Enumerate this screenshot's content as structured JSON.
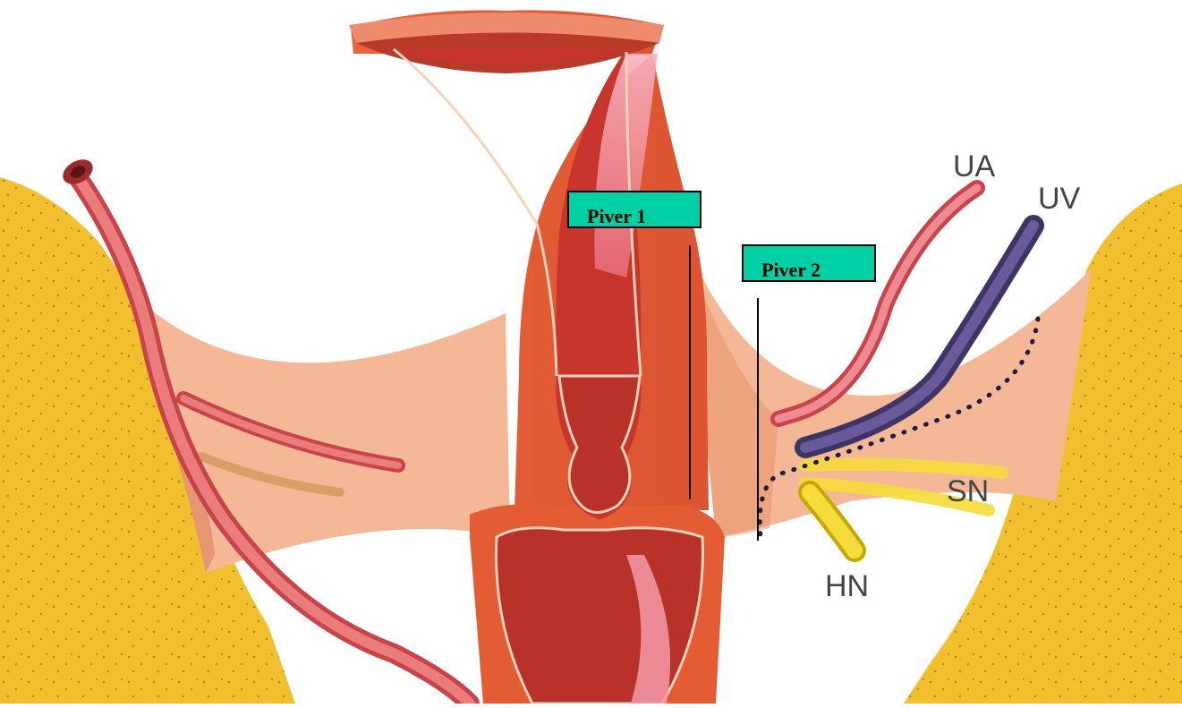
{
  "labels": {
    "ua": "UA",
    "uv": "UV",
    "sn": "SN",
    "hn": "HN"
  },
  "annotations": [
    {
      "label": "Piver 1"
    },
    {
      "label": "Piver 2"
    }
  ],
  "colors": {
    "bone": "#f2bf2e",
    "ligament": "#f4b896",
    "uterus": "#e45c33",
    "uterus_light": "#f08a6c",
    "cavity": "#c83a2e",
    "artery": "#e35a5a",
    "vein": "#4f4277",
    "nerve": "#f5dc3a",
    "piver_box": "#00d1a4"
  }
}
